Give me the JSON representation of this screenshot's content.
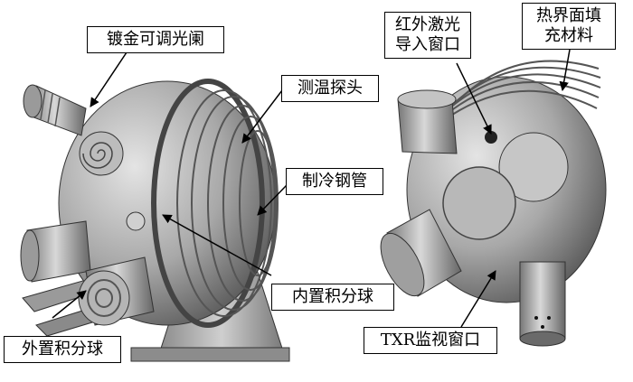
{
  "labels": {
    "gold_iris": "镀金可调光阑",
    "temp_probe": "测温探头",
    "cooling_pipe": "制冷钢管",
    "inner_sphere": "内置积分球",
    "outer_sphere": "外置积分球",
    "ir_laser_line1": "红外激光",
    "ir_laser_line2": "导入窗口",
    "thermal_line1": "热界面填",
    "thermal_line2": "充材料",
    "txr_window": "TXR监视窗口"
  },
  "colors": {
    "metal_light": "#d4d4d4",
    "metal_mid": "#a6a6a6",
    "metal_dark": "#5e5e5e",
    "outline": "#000000"
  },
  "icons": [
    "integrating-sphere-left-view",
    "integrating-sphere-right-view"
  ]
}
